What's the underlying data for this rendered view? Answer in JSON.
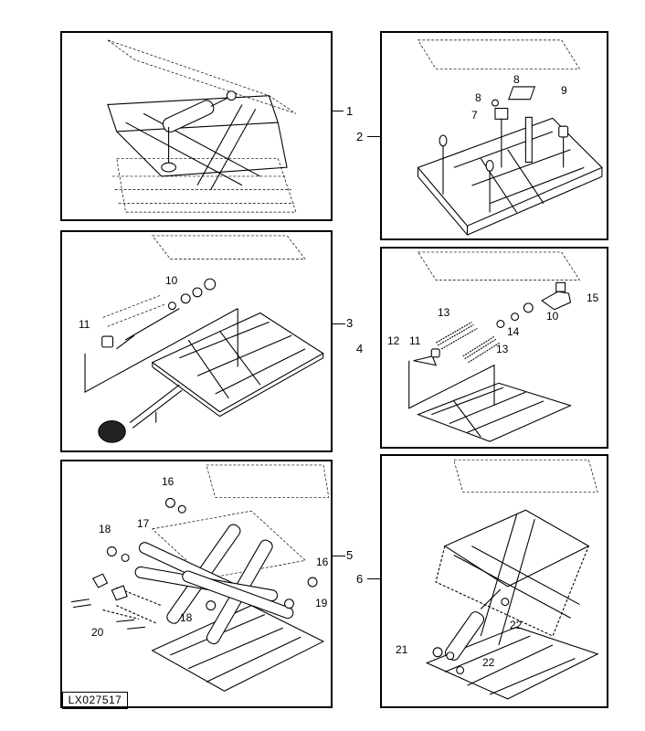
{
  "figure_id": "LX027517",
  "panels": [
    {
      "number": "1",
      "labels": []
    },
    {
      "number": "2",
      "labels": [
        "7",
        "8",
        "8",
        "9"
      ]
    },
    {
      "number": "3",
      "labels": [
        "10",
        "11"
      ]
    },
    {
      "number": "4",
      "labels": [
        "10",
        "11",
        "12",
        "13",
        "13",
        "14",
        "15"
      ]
    },
    {
      "number": "5",
      "labels": [
        "16",
        "16",
        "17",
        "18",
        "18",
        "19",
        "20"
      ]
    },
    {
      "number": "6",
      "labels": [
        "21",
        "22",
        "22"
      ]
    }
  ]
}
